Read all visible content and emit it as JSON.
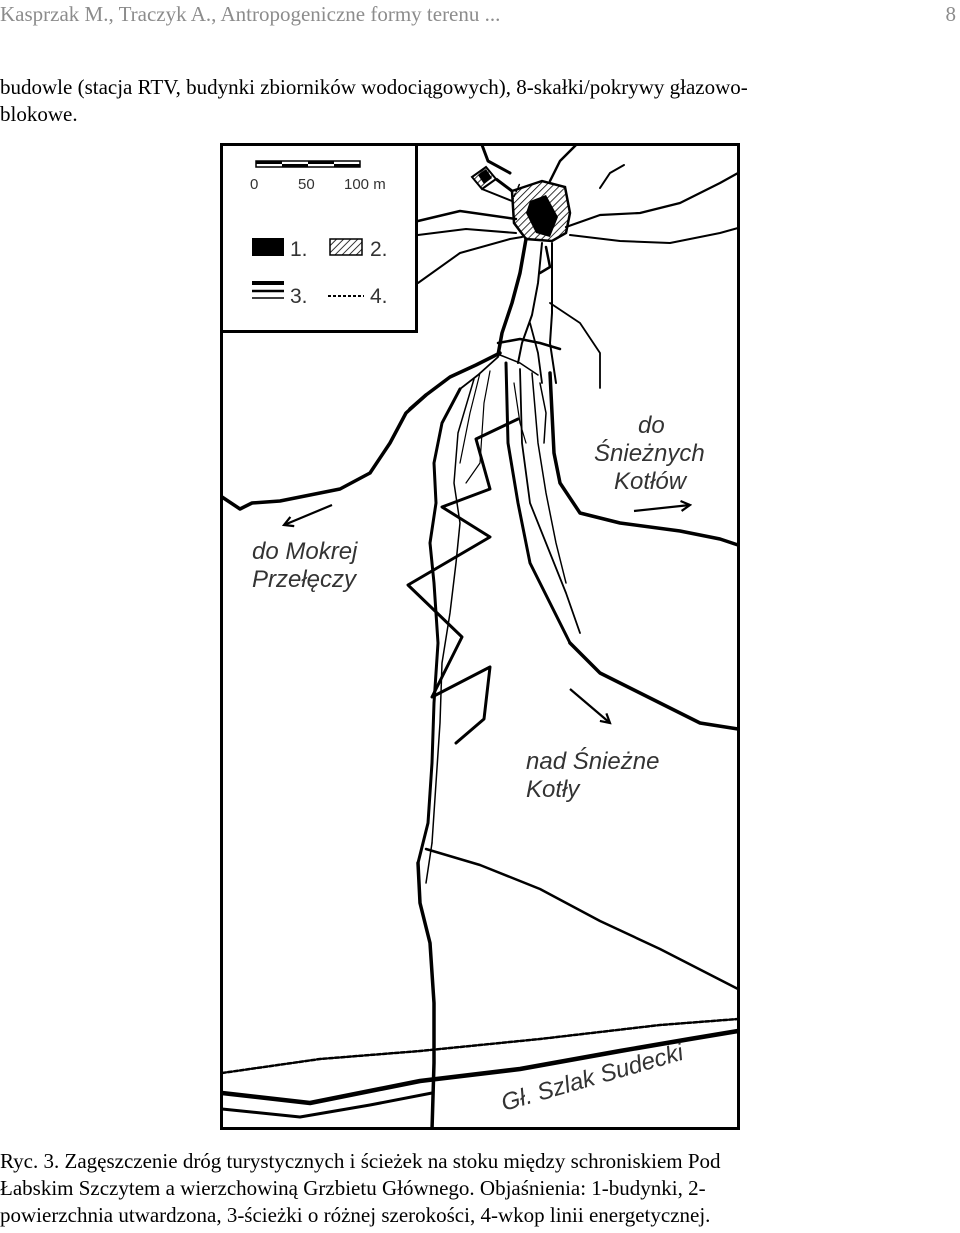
{
  "header": {
    "running_title": "Kasprzak M., Traczyk A., Antropogeniczne formy terenu ...",
    "page_number": "8"
  },
  "intro": {
    "line1": "budowle (stacja RTV, budynki zbiorników wodociągowych), 8-skałki/pokrywy głazowo-",
    "line2": "blokowe."
  },
  "figure": {
    "scale": {
      "tick0": "0",
      "tick50": "50",
      "tick100": "100 m"
    },
    "legend": {
      "item1": "1.",
      "item2": "2.",
      "item3": "3.",
      "item4": "4."
    },
    "labels": {
      "to_kotly_1": "do",
      "to_kotly_2": "Śnieżnych",
      "to_kotly_3": "Kotłów",
      "to_mokra_1": "do Mokrej",
      "to_mokra_2": "Przełęczy",
      "nad_kotly_1": "nad Śnieżne",
      "nad_kotly_2": "Kotły",
      "main_trail": "Gł. Szlak Sudecki"
    }
  },
  "caption": {
    "line1": "Ryc. 3. Zagęszczenie dróg turystycznych i ścieżek na stoku między schroniskiem Pod",
    "line2": "Łabskim Szczytem a wierzchowiną Grzbietu Głównego. Objaśnienia: 1-budynki, 2-",
    "line3": "powierzchnia utwardzona, 3-ścieżki o różnej szerokości, 4-wkop linii energetycznej."
  }
}
